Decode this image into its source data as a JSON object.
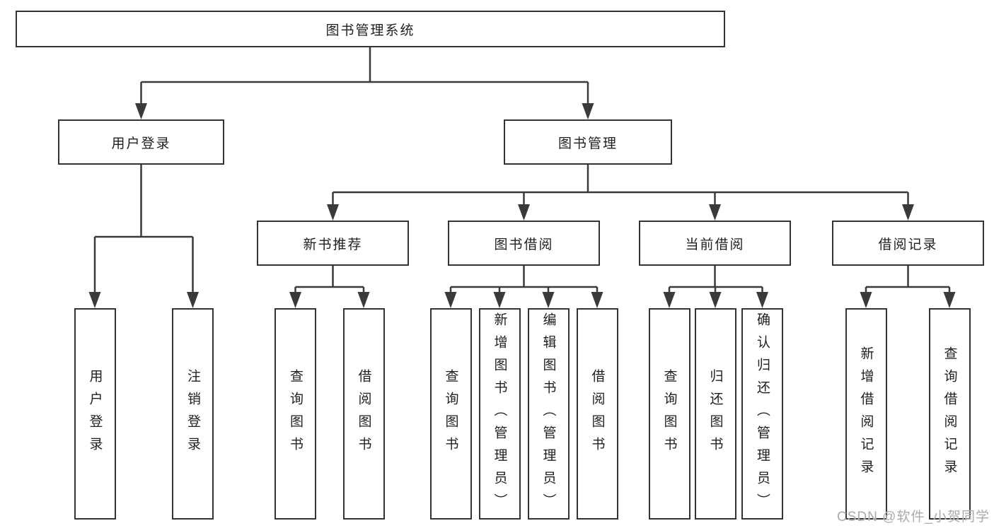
{
  "diagram": {
    "title": "图书管理系统",
    "colors": {
      "line": "#3a3a3a",
      "border": "#333333",
      "text": "#1f1f1f",
      "background": "#ffffff"
    },
    "tree": {
      "label": "图书管理系统",
      "children": [
        {
          "label": "用户登录",
          "children": [
            {
              "label": "用户登录"
            },
            {
              "label": "注销登录"
            }
          ]
        },
        {
          "label": "图书管理",
          "children": [
            {
              "label": "新书推荐",
              "children": [
                {
                  "label": "查询图书"
                },
                {
                  "label": "借阅图书"
                }
              ]
            },
            {
              "label": "图书借阅",
              "children": [
                {
                  "label": "查询图书"
                },
                {
                  "label": "新增图书（管理员）"
                },
                {
                  "label": "编辑图书（管理员）"
                },
                {
                  "label": "借阅图书"
                }
              ]
            },
            {
              "label": "当前借阅",
              "children": [
                {
                  "label": "查询图书"
                },
                {
                  "label": "归还图书"
                },
                {
                  "label": "确认归还（管理员）"
                }
              ]
            },
            {
              "label": "借阅记录",
              "children": [
                {
                  "label": "新增借阅记录"
                },
                {
                  "label": "查询借阅记录"
                }
              ]
            }
          ]
        }
      ]
    }
  },
  "watermark": {
    "text": "CSDN @软件_小贺同学",
    "color": "#ababab"
  }
}
